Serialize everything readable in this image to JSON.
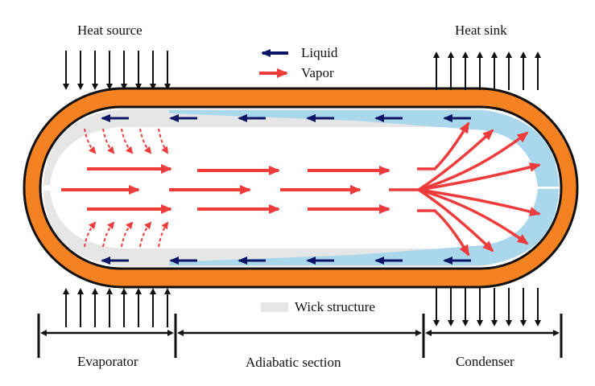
{
  "labels": {
    "heat_source": "Heat source",
    "heat_sink": "Heat sink",
    "liquid": "Liquid",
    "vapor": "Vapor",
    "wick_structure": "Wick structure",
    "evaporator": "Evaporator",
    "adiabatic_section": "Adiabatic section",
    "condenser": "Condenser"
  },
  "colors": {
    "shell": "#f58220",
    "wall": "#111111",
    "wick": "#e6e6e6",
    "liquid_film": "#a9d8ec",
    "liquid_arrow": "#0d1466",
    "vapor_arrow": "#ee3b3b",
    "heat_arrow": "#111111"
  }
}
